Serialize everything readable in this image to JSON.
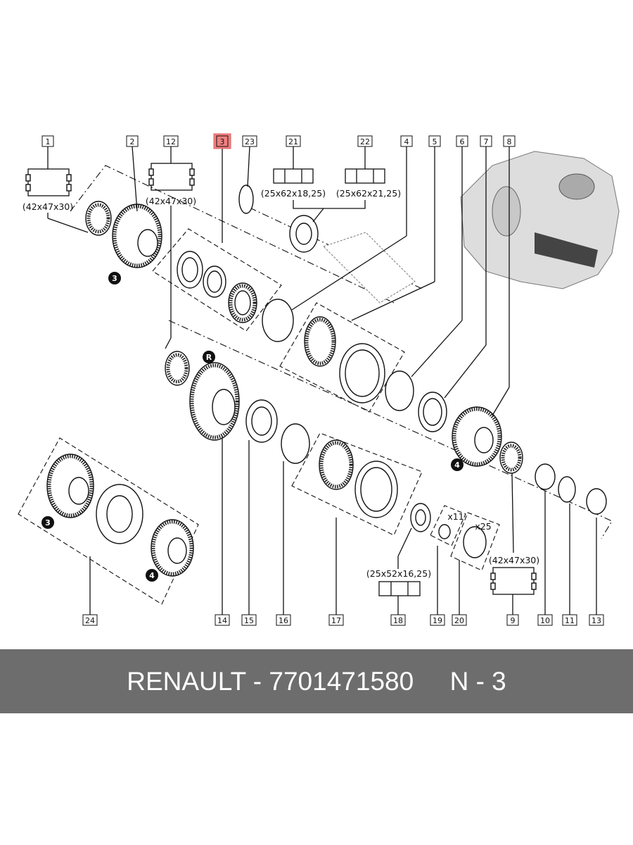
{
  "callouts_top": [
    "1",
    "2",
    "12",
    "3",
    "23",
    "21",
    "22",
    "4",
    "5",
    "6",
    "7",
    "8"
  ],
  "callouts_bottom": [
    "24",
    "14",
    "15",
    "16",
    "17",
    "18",
    "19",
    "20",
    "9",
    "10",
    "11",
    "13"
  ],
  "highlighted_callout": "3",
  "highlight_color": "#f08080",
  "dimensions": {
    "bearing_1": "(42x47x30)",
    "bearing_12": "(42x47x30)",
    "bearing_21": "(25x62x18,25)",
    "bearing_22": "(25x62x21,25)",
    "bearing_18": "(25x52x16,25)",
    "bearing_9": "(42x47x30)"
  },
  "quantities": {
    "part_19": "x11",
    "part_20": "x25"
  },
  "gear_markers": [
    "3",
    "R",
    "4",
    "3",
    "4"
  ],
  "banner": {
    "text": "RENAULT - 7701471580     N - 3"
  }
}
